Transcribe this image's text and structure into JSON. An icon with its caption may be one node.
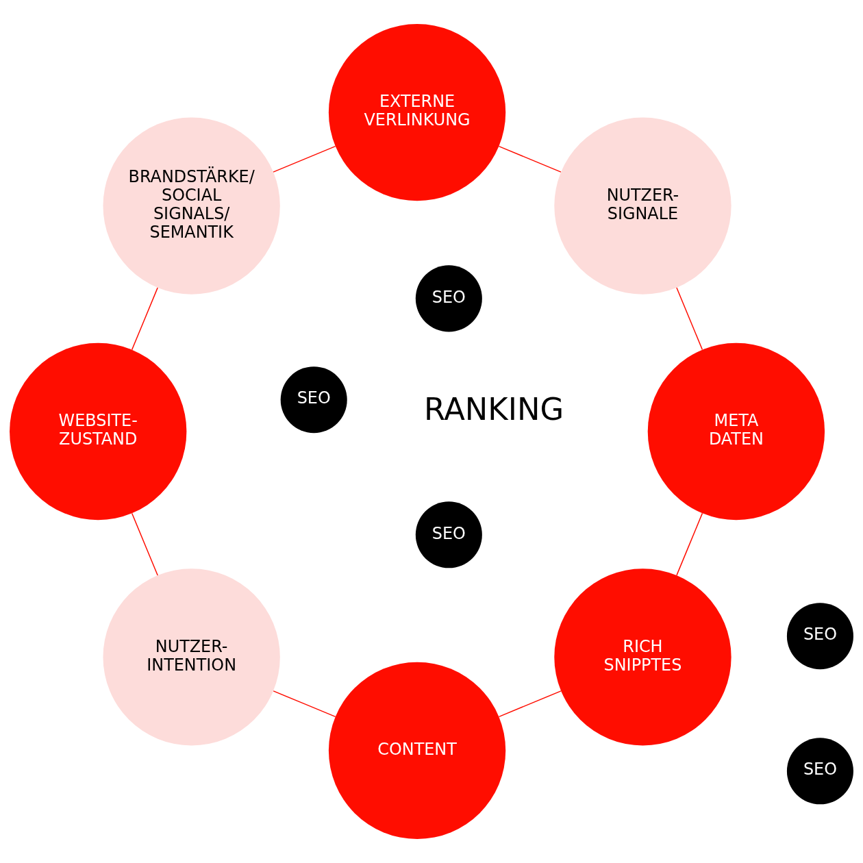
{
  "diagram": {
    "nodes": [
      {
        "text": [
          "RICH SNIPPTES"
        ]
      },
      {
        "text": [
          "META DATEN"
        ]
      },
      {
        "text": [
          "CONTENT"
        ]
      },
      {
        "text": [
          "NUTZER- SIGNALE"
        ]
      },
      {
        "text": [
          "NUTZER- INTENTION"
        ]
      },
      {
        "text": [
          "EXTERNE VERLINKUNG"
        ]
      },
      {
        "text": [
          "WEBSITE- ZUSTAND"
        ]
      },
      {
        "text": [
          "BRANDSTÄRKE/ SOCIAL SIGNALS/ SEMANTIK"
        ]
      },
      {
        "text": [
          "SEO"
        ]
      },
      {
        "text": [
          "SEO"
        ]
      },
      {
        "text": [
          "SEO"
        ]
      },
      {
        "text": [
          "SEO"
        ]
      },
      {
        "text": [
          "SEO"
        ]
      }
    ],
    "edges": [
      {
        "from": 0,
        "to": 2,
        "arrow": "none"
      },
      {
        "from": 2,
        "to": 4,
        "arrow": "none"
      },
      {
        "from": 4,
        "to": 6,
        "arrow": "none"
      },
      {
        "from": 6,
        "to": 7,
        "arrow": "none"
      },
      {
        "from": 7,
        "to": 5,
        "arrow": "none"
      },
      {
        "from": 5,
        "to": 3,
        "arrow": "none"
      },
      {
        "from": 3,
        "to": 1,
        "arrow": "none"
      },
      {
        "from": 1,
        "to": 0,
        "arrow": "none"
      }
    ],
    "labels": [
      "RANKING"
    ]
  }
}
